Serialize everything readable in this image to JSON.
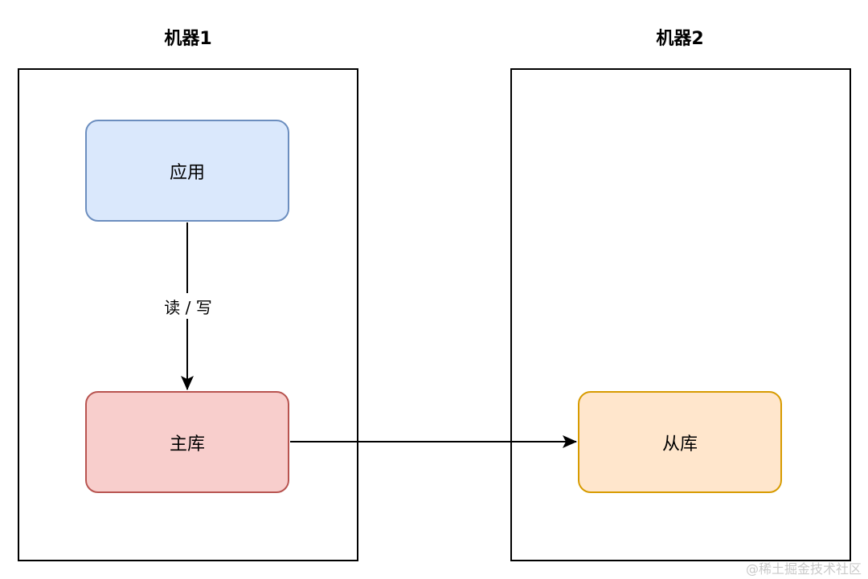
{
  "machines": [
    {
      "title": "机器1"
    },
    {
      "title": "机器2"
    }
  ],
  "nodes": {
    "app": {
      "label": "应用"
    },
    "master": {
      "label": "主库"
    },
    "slave": {
      "label": "从库"
    }
  },
  "edges": {
    "app_to_master": {
      "label": "读 / 写"
    }
  },
  "watermark": "@稀土掘金技术社区",
  "colors": {
    "app_fill": "#dae8fc",
    "app_stroke": "#6c8ebf",
    "master_fill": "#f8cecc",
    "master_stroke": "#b85450",
    "slave_fill": "#ffe6cc",
    "slave_stroke": "#d79b00"
  }
}
